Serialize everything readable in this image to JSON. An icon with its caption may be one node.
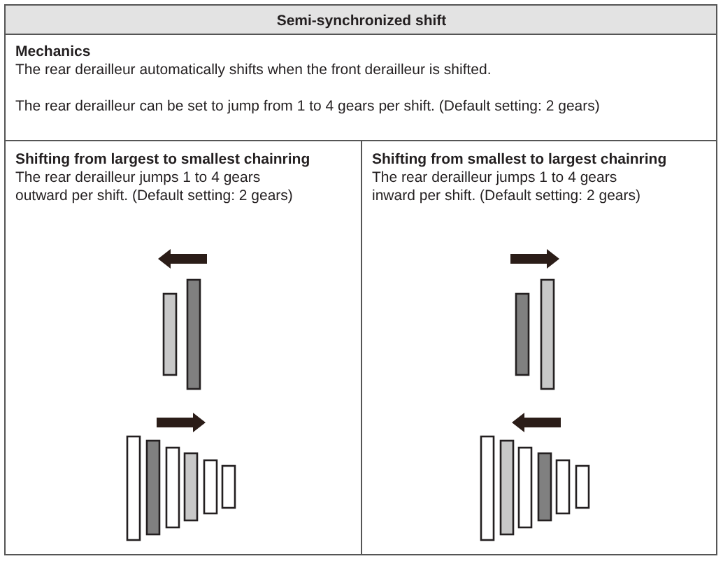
{
  "diagram": {
    "nodes": [
      {
        "text": [
          "Semi-synchronized shift"
        ]
      },
      {
        "text": [
          "Mechanics",
          "The rear derailleur automatically shifts when the front derailleur is shifted.",
          "The rear derailleur can be set to jump from 1 to 4 gears per shift. (Default setting: 2 gears)"
        ]
      },
      {
        "text": [
          "Shifting from largest to smallest chainring",
          "The rear derailleur jumps 1 to 4 gears outward per shift. (Default setting: 2 gears)"
        ]
      },
      {
        "text": [
          "Shifting from smallest to largest chainring",
          "The rear derailleur jumps 1 to 4 gears inward per shift. (Default setting: 2 gears)"
        ]
      }
    ]
  }
}
